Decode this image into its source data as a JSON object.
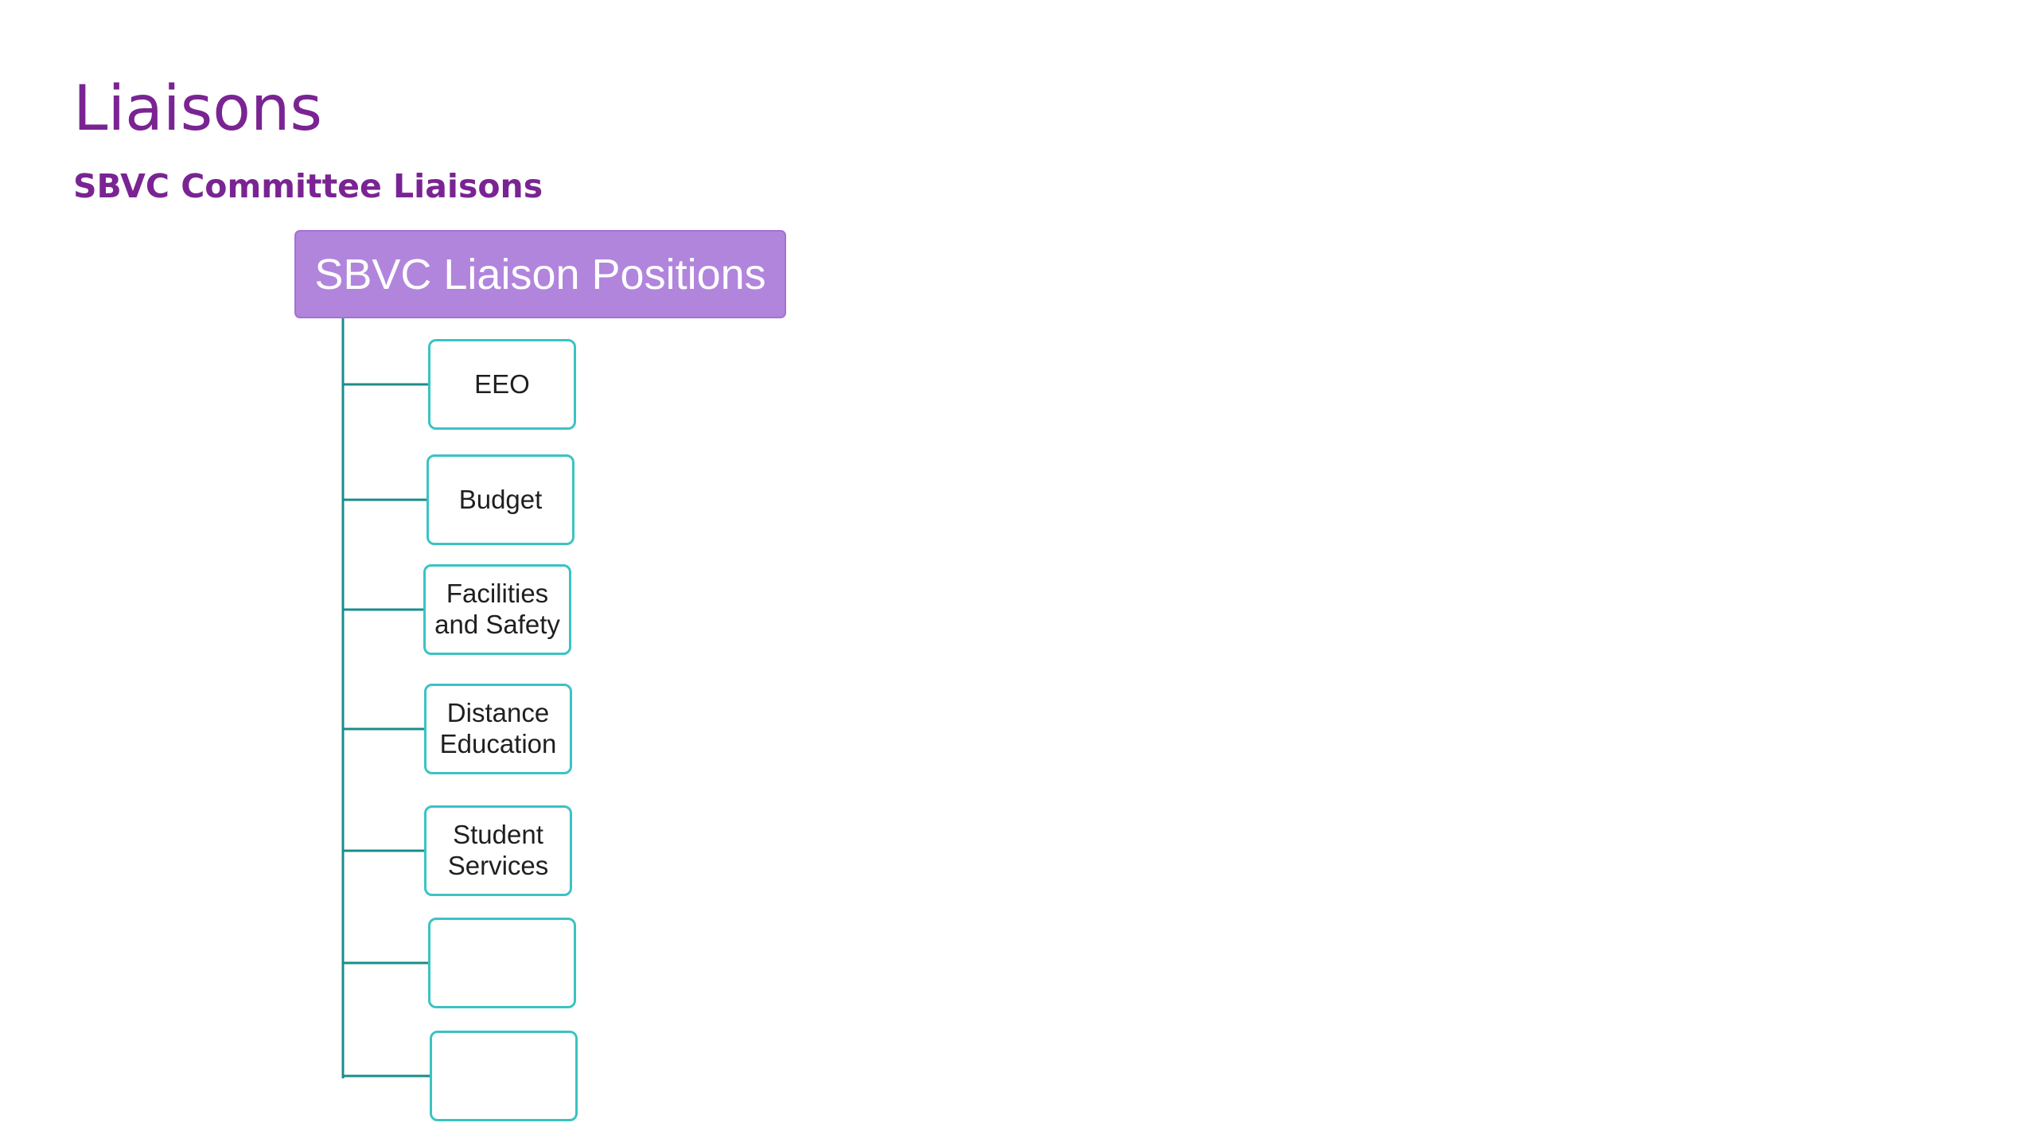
{
  "slide": {
    "title": "Liaisons",
    "subtitle": "SBVC Committee Liaisons"
  },
  "diagram": {
    "root": {
      "label": "SBVC Liaison Positions"
    },
    "children": [
      {
        "label": "EEO"
      },
      {
        "label": "Budget"
      },
      {
        "label": "Facilities\nand Safety"
      },
      {
        "label": "Distance\nEducation"
      },
      {
        "label": "Student\nServices"
      },
      {
        "label": ""
      },
      {
        "label": ""
      }
    ]
  },
  "colors": {
    "title": "#7a2493",
    "root_fill": "#b185dc",
    "child_border": "#3bc3c3",
    "connector": "#1b8c8c"
  }
}
